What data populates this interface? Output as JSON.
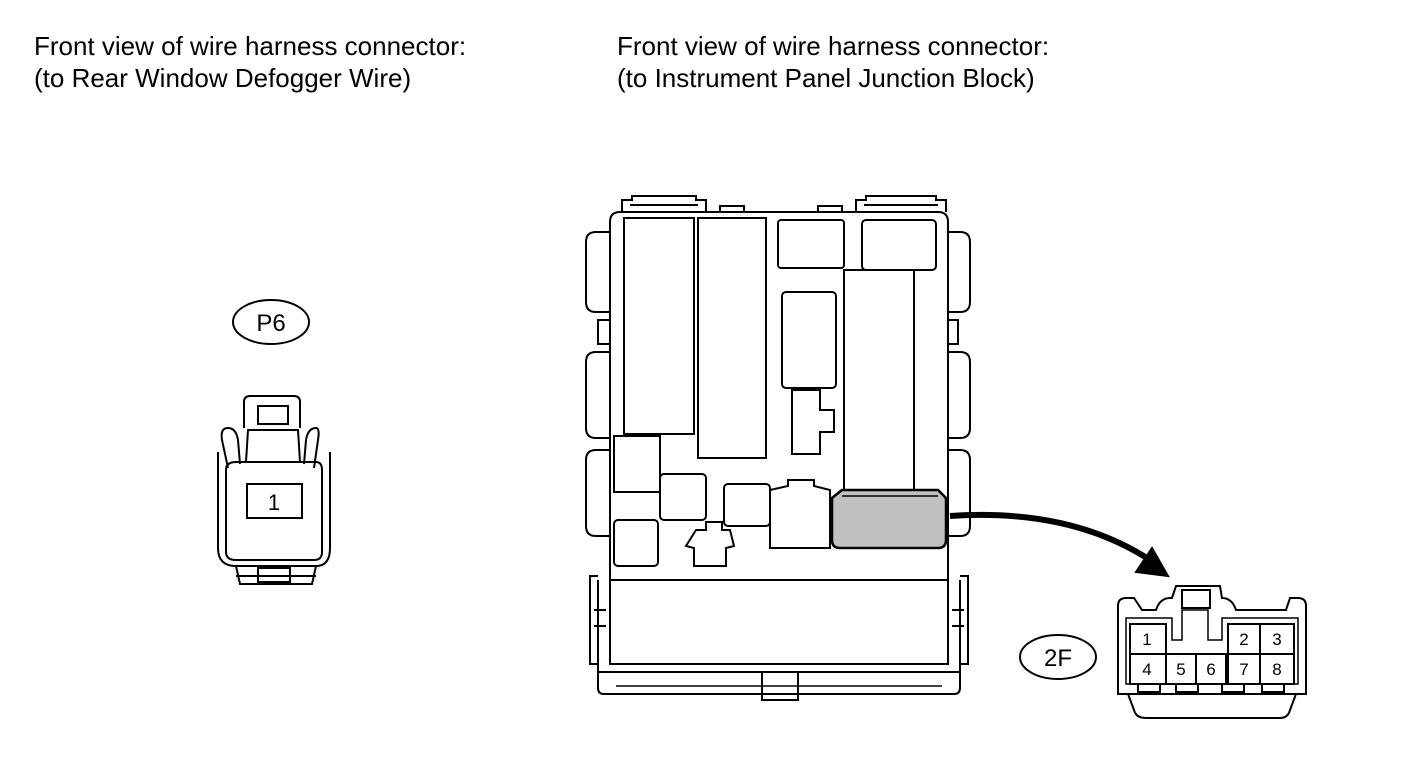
{
  "left_caption": {
    "line1": "Front view of wire harness connector:",
    "line2": "(to Rear Window Defogger Wire)"
  },
  "right_caption": {
    "line1": "Front view of wire harness connector:",
    "line2": "(to Instrument Panel Junction Block)"
  },
  "connector_p6": {
    "code": "P6",
    "pins": [
      "1"
    ]
  },
  "connector_2f": {
    "code": "2F",
    "top_row_pins": [
      "1",
      "2",
      "3"
    ],
    "bottom_row_pins": [
      "4",
      "5",
      "6",
      "7",
      "8"
    ]
  },
  "colors": {
    "line": "#000000",
    "highlight": "#c0c0c0",
    "background": "#ffffff"
  }
}
